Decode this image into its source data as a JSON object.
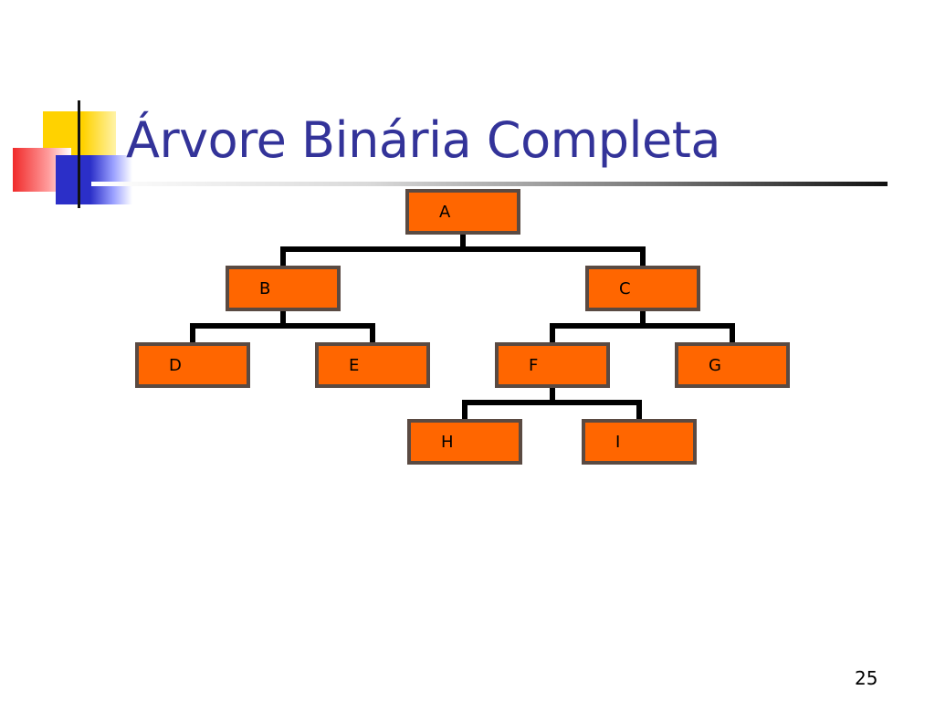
{
  "slide": {
    "title": "Árvore Binária Completa",
    "page_number": "25"
  },
  "colors": {
    "title": "#333399",
    "node_fill": "#ff6600",
    "node_border": "#5a4a42",
    "edge": "#000000"
  },
  "tree": {
    "root": "A",
    "nodes": [
      {
        "id": "A",
        "label": "A",
        "parent": null
      },
      {
        "id": "B",
        "label": "B",
        "parent": "A"
      },
      {
        "id": "C",
        "label": "C",
        "parent": "A"
      },
      {
        "id": "D",
        "label": "D",
        "parent": "B"
      },
      {
        "id": "E",
        "label": "E",
        "parent": "B"
      },
      {
        "id": "F",
        "label": "F",
        "parent": "C"
      },
      {
        "id": "G",
        "label": "G",
        "parent": "C"
      },
      {
        "id": "H",
        "label": "H",
        "parent": "F"
      },
      {
        "id": "I",
        "label": "I",
        "parent": "F"
      }
    ]
  }
}
